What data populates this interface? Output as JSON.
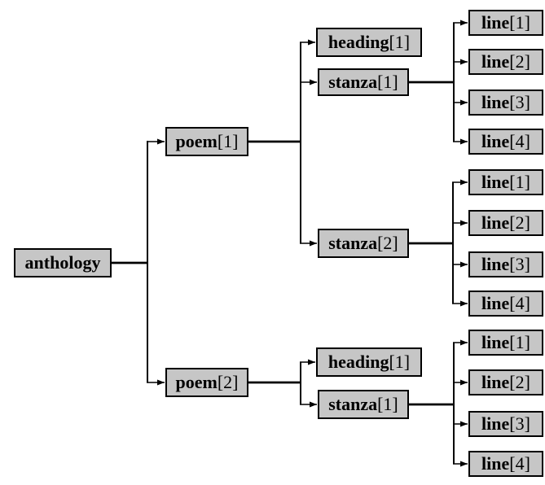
{
  "diagram": {
    "type": "tree",
    "description_colors": {
      "background": "#ffffff",
      "node_fill": "#c6c6c6",
      "node_border": "#000000",
      "edge_color": "#000000",
      "text_color": "#000000"
    }
  },
  "nodes": [
    {
      "id": "anthology",
      "name": "anthology",
      "index": "",
      "parent": null
    },
    {
      "id": "poem-1",
      "name": "poem",
      "index": "[1]",
      "parent": "anthology"
    },
    {
      "id": "poem-2",
      "name": "poem",
      "index": "[2]",
      "parent": "anthology"
    },
    {
      "id": "poem1-heading-1",
      "name": "heading",
      "index": "[1]",
      "parent": "poem-1"
    },
    {
      "id": "poem1-stanza-1",
      "name": "stanza",
      "index": "[1]",
      "parent": "poem-1"
    },
    {
      "id": "poem1-stanza-2",
      "name": "stanza",
      "index": "[2]",
      "parent": "poem-1"
    },
    {
      "id": "p1s1-line-1",
      "name": "line",
      "index": "[1]",
      "parent": "poem1-stanza-1"
    },
    {
      "id": "p1s1-line-2",
      "name": "line",
      "index": "[2]",
      "parent": "poem1-stanza-1"
    },
    {
      "id": "p1s1-line-3",
      "name": "line",
      "index": "[3]",
      "parent": "poem1-stanza-1"
    },
    {
      "id": "p1s1-line-4",
      "name": "line",
      "index": "[4]",
      "parent": "poem1-stanza-1"
    },
    {
      "id": "p1s2-line-1",
      "name": "line",
      "index": "[1]",
      "parent": "poem1-stanza-2"
    },
    {
      "id": "p1s2-line-2",
      "name": "line",
      "index": "[2]",
      "parent": "poem1-stanza-2"
    },
    {
      "id": "p1s2-line-3",
      "name": "line",
      "index": "[3]",
      "parent": "poem1-stanza-2"
    },
    {
      "id": "p1s2-line-4",
      "name": "line",
      "index": "[4]",
      "parent": "poem1-stanza-2"
    },
    {
      "id": "poem2-heading-1",
      "name": "heading",
      "index": "[1]",
      "parent": "poem-2"
    },
    {
      "id": "poem2-stanza-1",
      "name": "stanza",
      "index": "[1]",
      "parent": "poem-2"
    },
    {
      "id": "p2s1-line-1",
      "name": "line",
      "index": "[1]",
      "parent": "poem2-stanza-1"
    },
    {
      "id": "p2s1-line-2",
      "name": "line",
      "index": "[2]",
      "parent": "poem2-stanza-1"
    },
    {
      "id": "p2s1-line-3",
      "name": "line",
      "index": "[3]",
      "parent": "poem2-stanza-1"
    },
    {
      "id": "p2s1-line-4",
      "name": "line",
      "index": "[4]",
      "parent": "poem2-stanza-1"
    }
  ]
}
